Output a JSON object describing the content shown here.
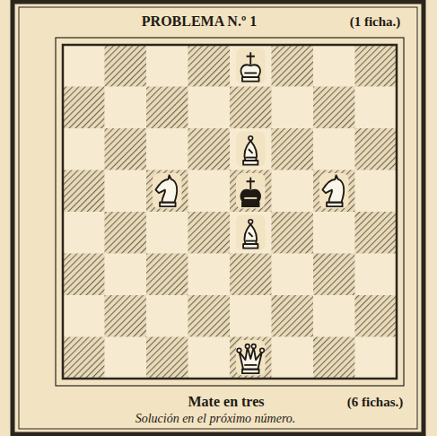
{
  "diagram": {
    "title": "PROBLEMA N.º 1",
    "caption": "Solución en el próximo número.",
    "labels": [
      "(1 ficha.)",
      "Mate en tres",
      "(6 fichas.)"
    ]
  }
}
